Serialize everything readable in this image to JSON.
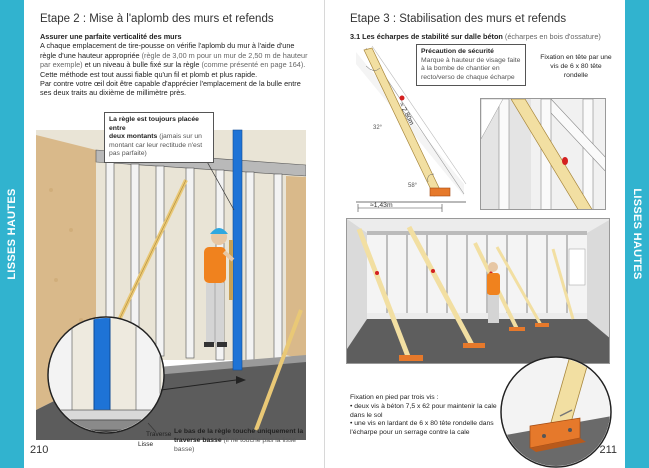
{
  "sidebar_left": "LISSES HAUTES",
  "sidebar_right": "LISSES HAUTES",
  "page_left": "210",
  "page_right": "211",
  "left": {
    "heading": "Etape 2 : Mise à l'aplomb des murs et refends",
    "subheading": "Assurer une parfaite verticalité des murs",
    "p1a": "A chaque emplacement de tire-pousse on vérifie l'aplomb du mur à l'aide d'une règle d'une hauteur appropriée",
    "p1b": "(règle de 3,00 m pour un mur de 2,50 m de hauteur par exemple)",
    "p1c": "et un niveau à bulle fixé sur la règle",
    "p1d": "(comme présenté en page 164).",
    "p1e": "Cette méthode est tout aussi fiable qu'un fil et plomb et plus rapide.",
    "p2": "Par contre votre œil doit être capable d'apprécier l'emplacement de la bulle entre ses deux traits au dixième de millimètre près.",
    "callout_b1": "La règle est toujours placée entre",
    "callout_b2": "deux montants",
    "callout_n": "(jamais sur un montant car leur rectitude n'est pas parfaite)",
    "label_traverse": "Traverse",
    "label_lisse": "Lisse",
    "bottom_b1": "Le bas de la règle touche uniquement la",
    "bottom_b2": "traverse basse",
    "bottom_n": "(il ne touche pas la lisse basse)"
  },
  "right": {
    "heading": "Etape 3 : Stabilisation des murs et refends",
    "sub_b": "3.1 Les écharpes de stabilité sur dalle béton",
    "sub_n": "(écharpes en bois d'ossature)",
    "precaution_title": "Précaution de sécurité",
    "precaution_text": "Marque à hauteur de visage faite à la bombe de chantier en recto/verso de chaque écharpe",
    "fix_top": "Fixation en tête par une vis de 6 x 80 tête rondelle",
    "dim_len": "≈ 2,80m",
    "dim_base": "≈1,43m",
    "angle_top": "32°",
    "angle_bot": "58°",
    "fix_foot_title": "Fixation en pied par trois vis :",
    "fix_foot_1": "• deux vis à béton 7,5 x 62 pour maintenir la cale dans le sol",
    "fix_foot_2": "• une vis en lardant de 6 x 80 tête rondelle dans l'écharpe pour un serrage contre la cale"
  }
}
